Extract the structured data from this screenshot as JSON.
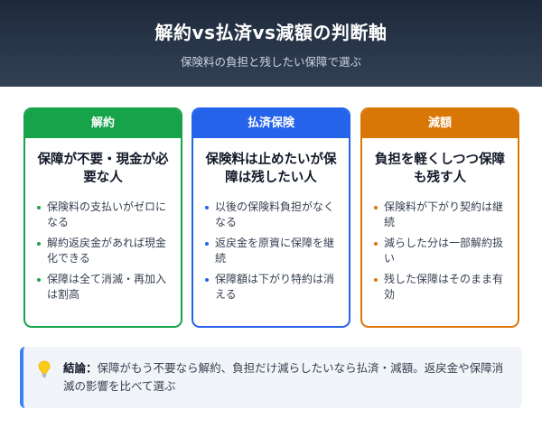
{
  "header": {
    "title": "解約vs払済vs減額の判断軸",
    "subtitle": "保険料の負担と残したい保障で選ぶ"
  },
  "columns": [
    {
      "label": "解約",
      "title": "保障が不要・現金が必要な人",
      "items": [
        "保険料の支払いがゼロになる",
        "解約返戻金があれば現金化できる",
        "保障は全て消滅・再加入は割高"
      ],
      "color": "#16a34a"
    },
    {
      "label": "払済保険",
      "title": "保険料は止めたいが保障は残したい人",
      "items": [
        "以後の保険料負担がなくなる",
        "返戻金を原資に保障を継続",
        "保障額は下がり特約は消える"
      ],
      "color": "#2563eb"
    },
    {
      "label": "減額",
      "title": "負担を軽くしつつ保障も残す人",
      "items": [
        "保険料が下がり契約は継続",
        "減らした分は一部解約扱い",
        "残した保障はそのまま有効"
      ],
      "color": "#d97706"
    }
  ],
  "conclusion": {
    "icon": "lightbulb-icon",
    "label": "結論：",
    "text": "保障がもう不要なら解約、負担だけ減らしたいなら払済・減額。返戻金や保障消滅の影響を比べて選ぶ"
  }
}
